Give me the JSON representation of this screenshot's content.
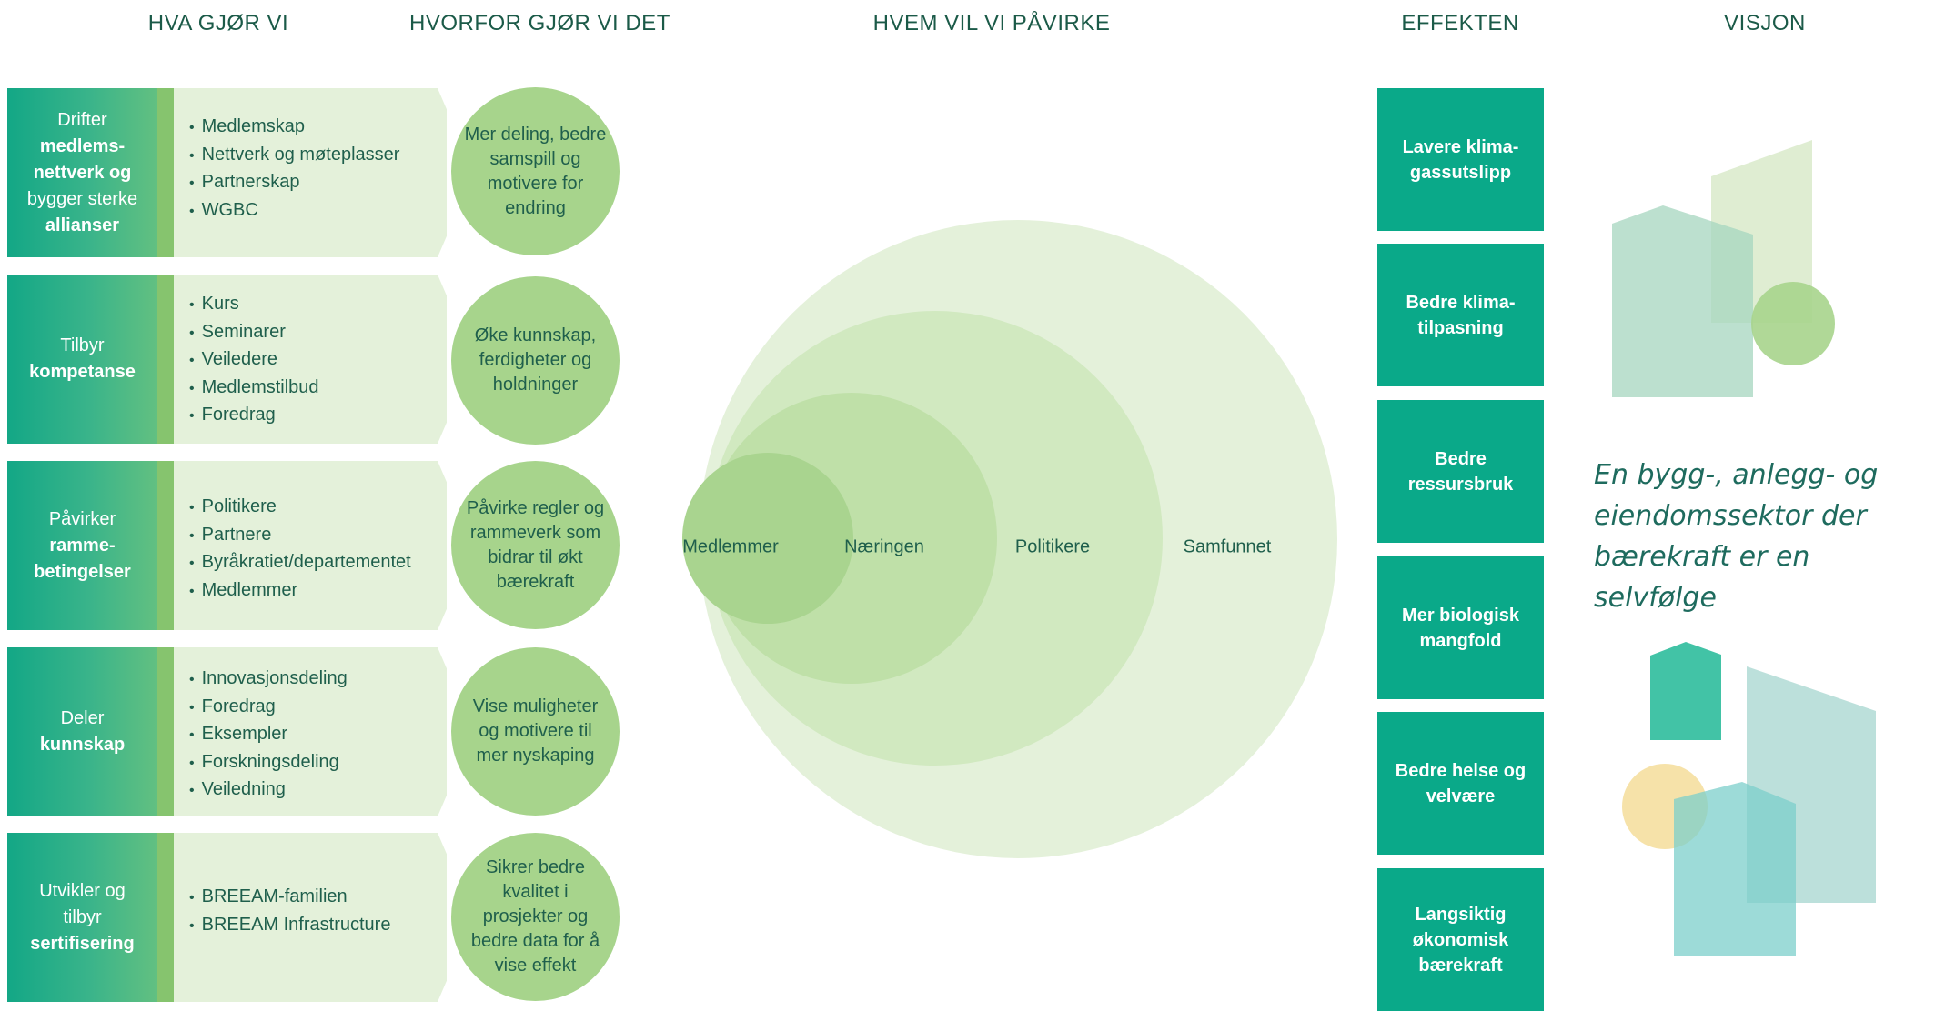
{
  "headers": {
    "what": "HVA GJØR VI",
    "why": "HVORFOR GJØR VI DET",
    "who": "HVEM VIL VI PÅVIRKE",
    "effect": "EFFEKTEN",
    "vision": "VISJON"
  },
  "rows": [
    {
      "what_lines": [
        "Drifter",
        "medlems-",
        "nettverk og",
        "bygger sterke",
        "allianser"
      ],
      "bullets": [
        "Medlemskap",
        "Nettverk og møteplasser",
        "Partnerskap",
        "WGBC"
      ],
      "why": "Mer deling, bedre samspill og motivere for endring"
    },
    {
      "what_lines": [
        "Tilbyr",
        "kompetanse"
      ],
      "bullets": [
        "Kurs",
        "Seminarer",
        "Veiledere",
        "Medlemstilbud",
        "Foredrag"
      ],
      "why": "Øke kunnskap, ferdigheter og holdninger"
    },
    {
      "what_lines": [
        "Påvirker",
        "ramme-",
        "betingelser"
      ],
      "bullets": [
        "Politikere",
        "Partnere",
        "Byråkratiet/departementet",
        "Medlemmer"
      ],
      "why": "Påvirke regler og rammeverk som bidrar til økt bærekraft"
    },
    {
      "what_lines": [
        "Deler",
        "kunnskap"
      ],
      "bullets": [
        "Innovasjonsdeling",
        "Foredrag",
        "Eksempler",
        "Forskningsdeling",
        "Veiledning"
      ],
      "why": "Vise muligheter og motivere til mer nyskaping"
    },
    {
      "what_lines": [
        "Utvikler og",
        "tilbyr",
        "sertifisering"
      ],
      "bullets": [
        "BREEAM-familien",
        "BREEAM Infrastructure"
      ],
      "why": "Sikrer bedre kvalitet i prosjekter og bedre data for å vise effekt"
    }
  ],
  "audience": [
    "Medlemmer",
    "Næringen",
    "Politikere",
    "Samfunnet"
  ],
  "effects": [
    "Lavere klima-gassutslipp",
    "Bedre klima-tilpasning",
    "Bedre ressursbruk",
    "Mer biologisk mangfold",
    "Bedre helse og velvære",
    "Langsiktig økonomisk bærekraft"
  ],
  "vision_text": "En bygg-, anlegg- og eiendomssektor der bærekraft er en selvfølge",
  "colors": {
    "primary": "#0aa989",
    "light_green": "#a7d48c",
    "pale_green": "#e4f1da",
    "stripe": "#86c46e",
    "yellow": "#f5dfa0",
    "teal": "#7ccfcb"
  }
}
